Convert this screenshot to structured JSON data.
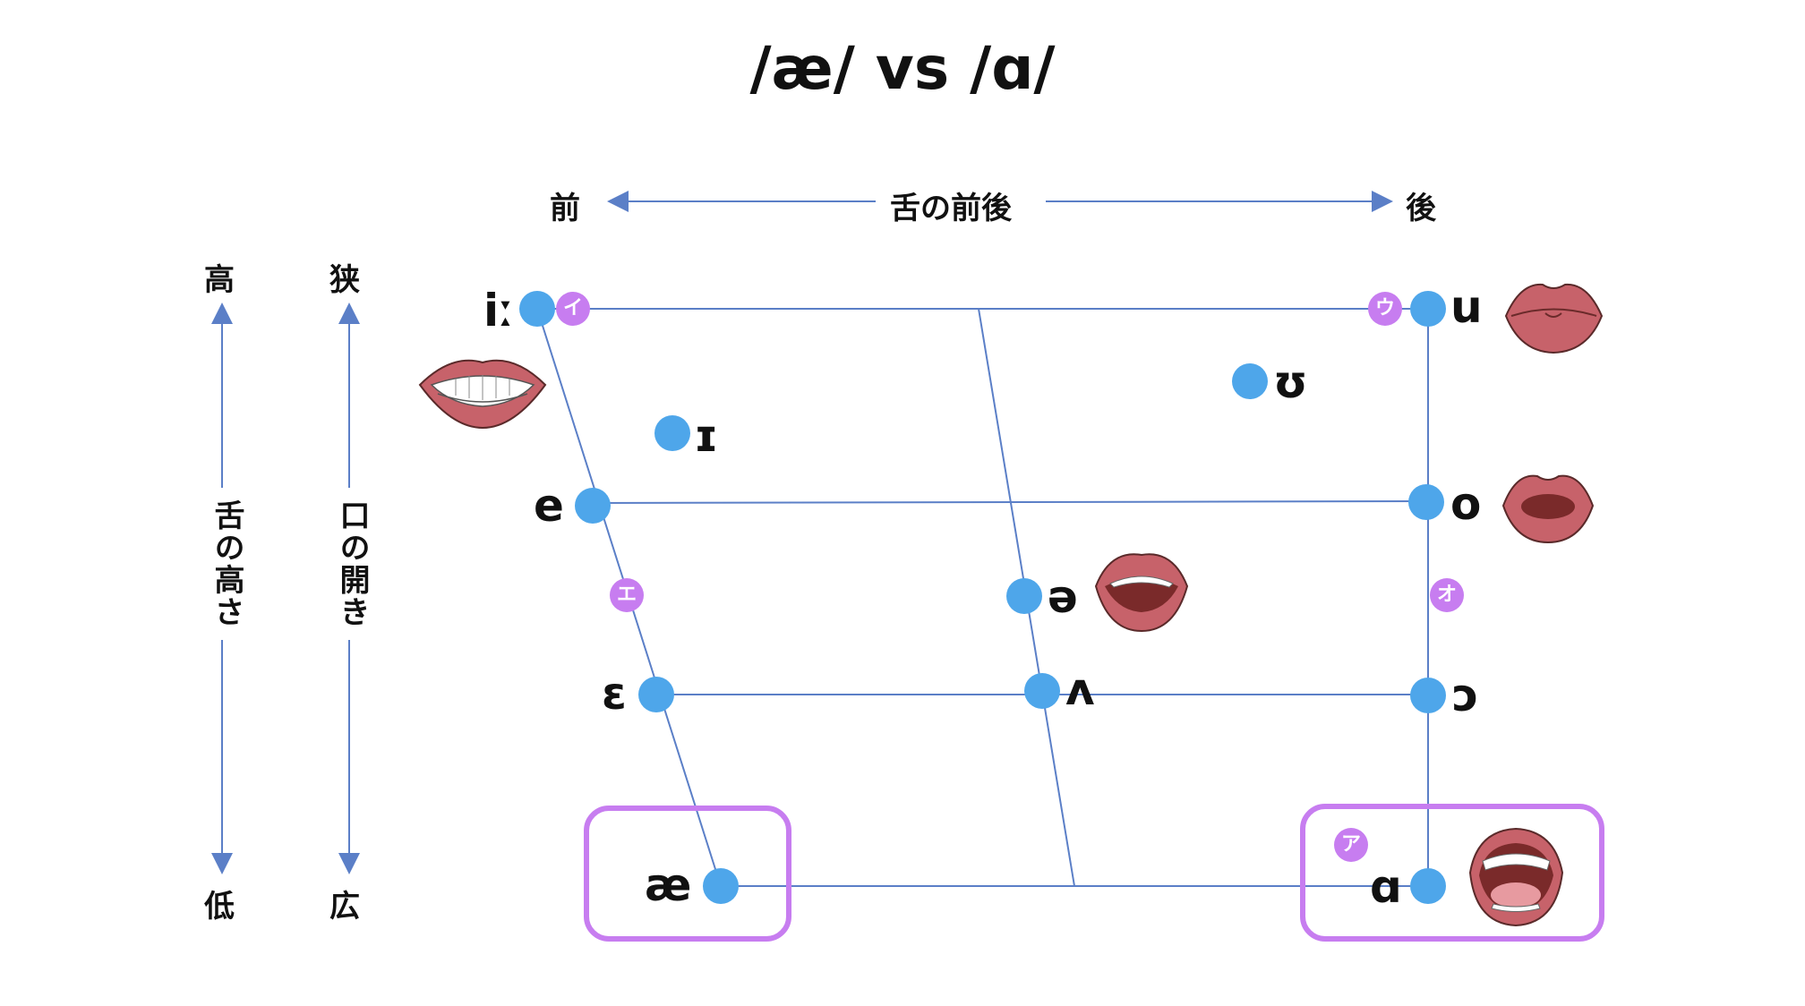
{
  "title": "/æ/ vs /ɑ/",
  "axes": {
    "front_back_label": "舌の前後",
    "front": "前",
    "back": "後",
    "high": "高",
    "low": "低",
    "height_label": "舌の高さ",
    "narrow": "狭",
    "wide": "広",
    "opening_label": "口の開き"
  },
  "vowels": {
    "i_long": "iː",
    "u": "u",
    "upsilon": "ʊ",
    "small_i": "ɪ",
    "e": "e",
    "o": "o",
    "schwa": "ə",
    "open_e": "ɛ",
    "wedge": "ʌ",
    "open_o": "ɔ",
    "ae": "æ",
    "alpha": "ɑ"
  },
  "kana": {
    "i": "イ",
    "u": "ウ",
    "e": "エ",
    "o": "オ",
    "a": "ア"
  },
  "colors": {
    "dot": "#4ea6ea",
    "kana": "#c77df0",
    "highlight": "#c77df0",
    "grid_line": "#5b7fc7",
    "lip": "#c7626a"
  },
  "highlighted": [
    "æ",
    "ɑ"
  ]
}
